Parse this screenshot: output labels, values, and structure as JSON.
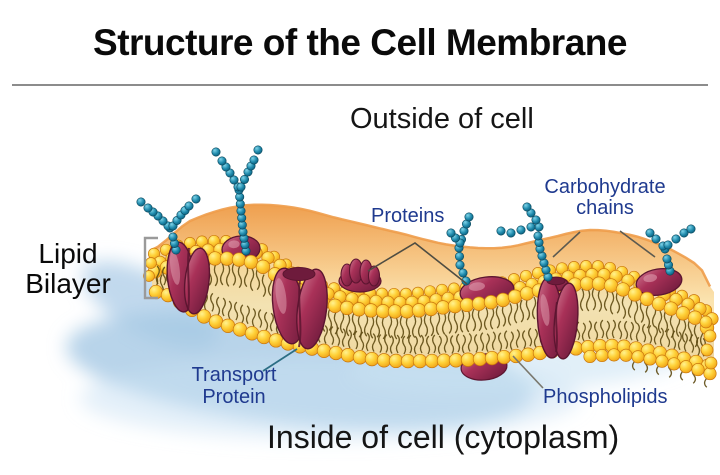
{
  "header": {
    "title": "Structure of the Cell Membrane"
  },
  "regions": {
    "outside_label": "Outside of cell",
    "inside_label": "Inside of cell (cytoplasm)"
  },
  "annotations": {
    "lipid_bilayer": {
      "line1": "Lipid",
      "line2": "Bilayer"
    },
    "proteins": "Proteins",
    "carbohydrate_chains": {
      "line1": "Carbohydrate",
      "line2": "chains"
    },
    "transport_protein": {
      "line1": "Transport",
      "line2": "Protein"
    },
    "phospholipids": "Phospholipids"
  },
  "colors": {
    "title_text": "#0A0A0A",
    "body_text": "#151515",
    "label_blue": "#1F3A8F",
    "divider": "#8C8C8C",
    "membrane_orange_top": "#EE9C4A",
    "membrane_orange_mid": "#F6C482",
    "membrane_orange_light": "#FBE4B0",
    "face_top": "#F4D494",
    "gap_cream": "#F3E2B2",
    "face_bottom": "#EFD69C",
    "head_highlight": "#FFF290",
    "head_yellow": "#FFD23A",
    "head_deep": "#EE9D12",
    "head_outline": "#C9760E",
    "tail_brown": "#5E4A12",
    "protein_light": "#D07A92",
    "protein_mid": "#A93158",
    "protein_dark": "#6E1B3C",
    "protein_outline": "#5C1530",
    "protein_sheen": "#E2A4B4",
    "bead_light": "#7ED3E8",
    "bead_teal": "#1F8AAC",
    "bead_dark": "#0B5672",
    "bead_outline": "#07455A",
    "shadow_blue": "#A6C9E5",
    "shadow_blue_light": "#C9E2F3",
    "pointer_dark": "#4F4D42",
    "pointer_gray": "#5C5A50",
    "pointer_light_gray": "#7A786E",
    "pointer_teal": "#2C6E84",
    "bracket_gray": "#9A9A9A"
  }
}
